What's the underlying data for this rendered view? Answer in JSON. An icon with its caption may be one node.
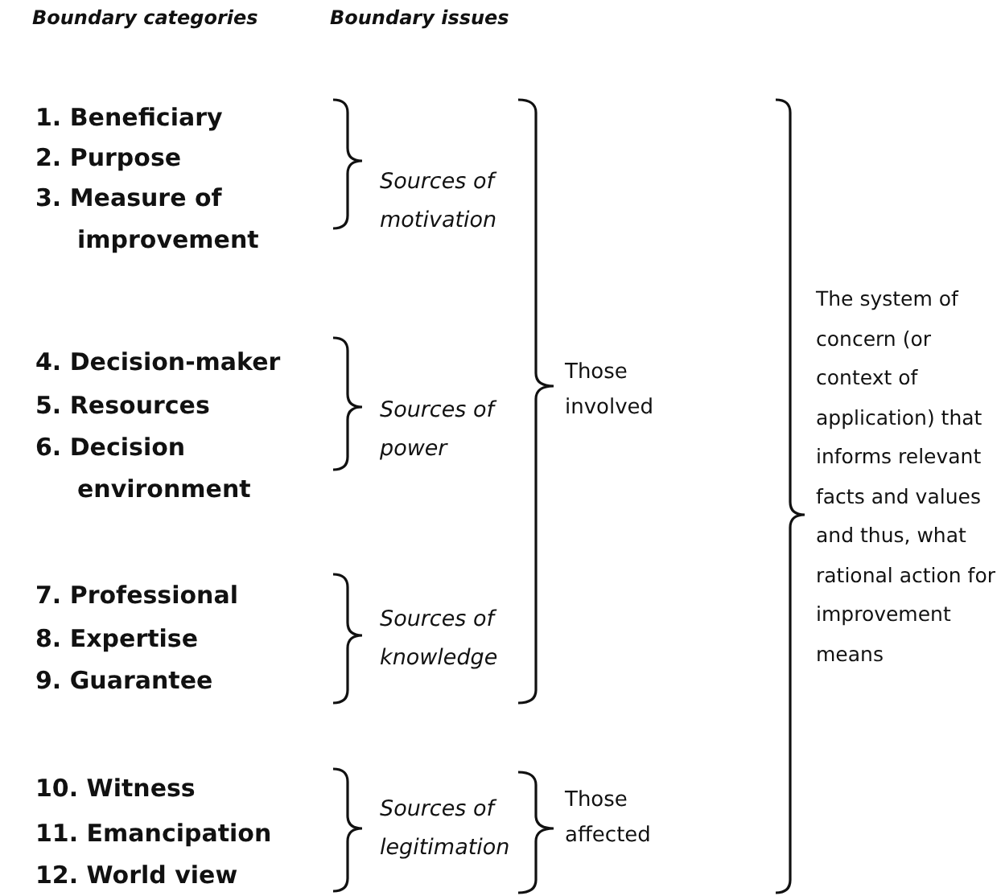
{
  "diagram": {
    "labels": [
      "Boundary categories",
      "Boundary issues",
      "1. Beneficiary",
      "2. Purpose",
      "3. Measure of improvement",
      "Sources of motivation",
      "4. Decision-maker",
      "5. Resources",
      "6. Decision environment",
      "Sources of power",
      "Those involved",
      "The system of concern (or context of application) that informs relevant facts and values and thus, what rational action for improvement means",
      "7. Professional",
      "8. Expertise",
      "9. Guarantee",
      "Sources of knowledge",
      "10. Witness",
      "11. Emancipation",
      "12. World view",
      "Sources of legitimation",
      "Those affected"
    ]
  }
}
